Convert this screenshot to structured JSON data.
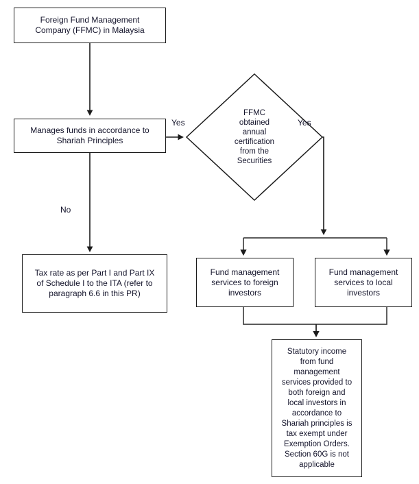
{
  "diagram": {
    "title": "FFMC Shariah Fund Management Tax Treatment Flowchart",
    "background_color": "#ffffff",
    "line_color": "#1b1b1b",
    "text_color": "#14142b",
    "nodes": [
      {
        "id": "ffmc",
        "shape": "rectangle",
        "text": "Foreign Fund Management\nCompany (FFMC) in Malaysia"
      },
      {
        "id": "manages",
        "shape": "rectangle",
        "text": "Manages funds in accordance to\nShariah Principles"
      },
      {
        "id": "decision",
        "shape": "diamond",
        "text": "FFMC\nobtained\nannual\ncertification\nfrom the\nSecurities"
      },
      {
        "id": "taxrate",
        "shape": "rectangle",
        "text": "Tax rate as per Part I and Part IX\nof Schedule I to the ITA (refer to\nparagraph 6.6 in this PR)"
      },
      {
        "id": "foreign",
        "shape": "rectangle",
        "text": "Fund management\nservices to foreign\ninvestors"
      },
      {
        "id": "local",
        "shape": "rectangle",
        "text": "Fund management\nservices to local\ninvestors"
      },
      {
        "id": "statutory",
        "shape": "rectangle",
        "text": "Statutory income\nfrom fund\nmanagement\nservices provided to\nboth foreign and\nlocal investors in\naccordance to\nShariah principles is\ntax exempt under\nExemption Orders.\nSection 60G is not\napplicable"
      }
    ],
    "edge_labels": [
      {
        "id": "yes-left",
        "text": "Yes"
      },
      {
        "id": "yes-right",
        "text": "Yes"
      },
      {
        "id": "no-down",
        "text": "No"
      }
    ]
  }
}
